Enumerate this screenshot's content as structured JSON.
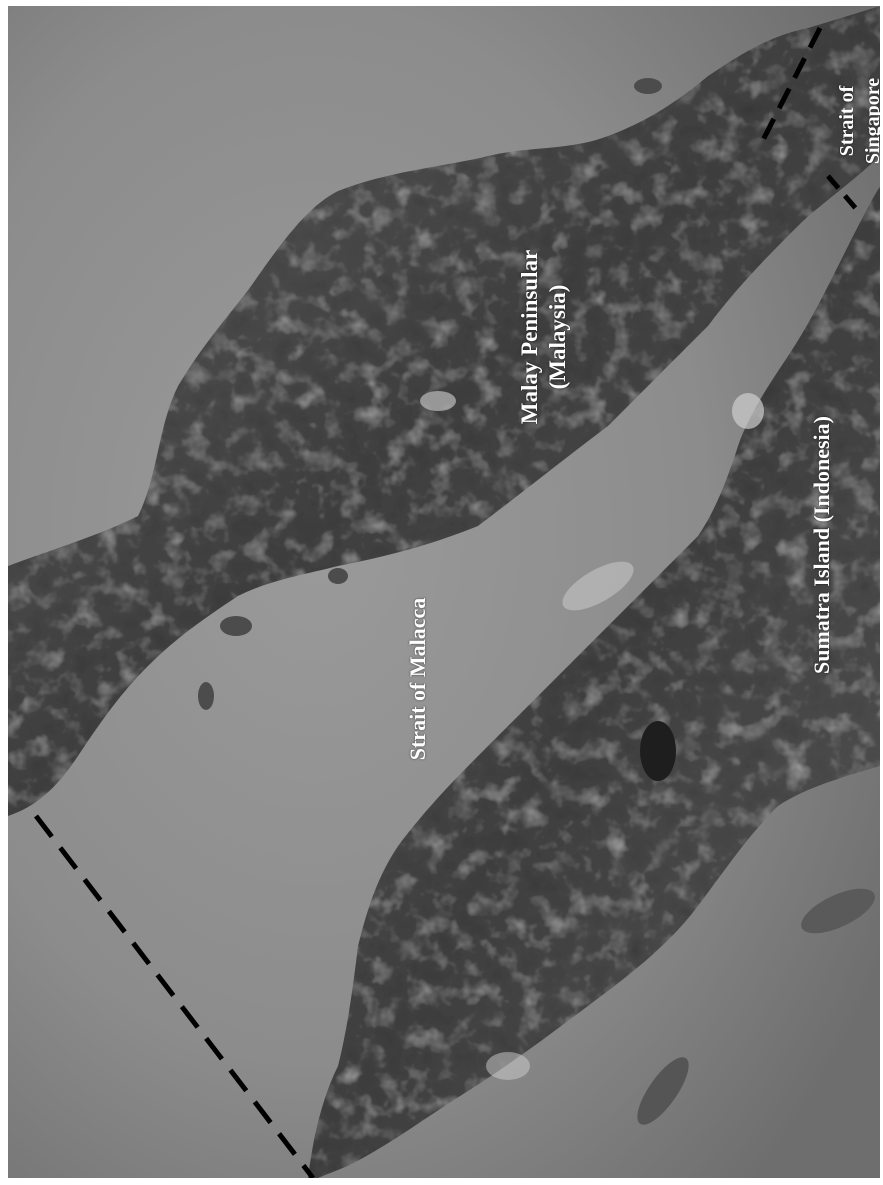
{
  "labels": {
    "strait_malacca": "Strait of Malacca",
    "malay_line1": "Malay Peninsular",
    "malay_line2": "(Malaysia)",
    "sumatra": "Sumatra Island (Indonesia)",
    "singapore_line1": "Strait of",
    "singapore_line2": "Singapore"
  },
  "colors": {
    "sea": "#8a8a8a",
    "land": "#4a4a4a",
    "boundary": "#000000",
    "label": "#ffffff"
  }
}
